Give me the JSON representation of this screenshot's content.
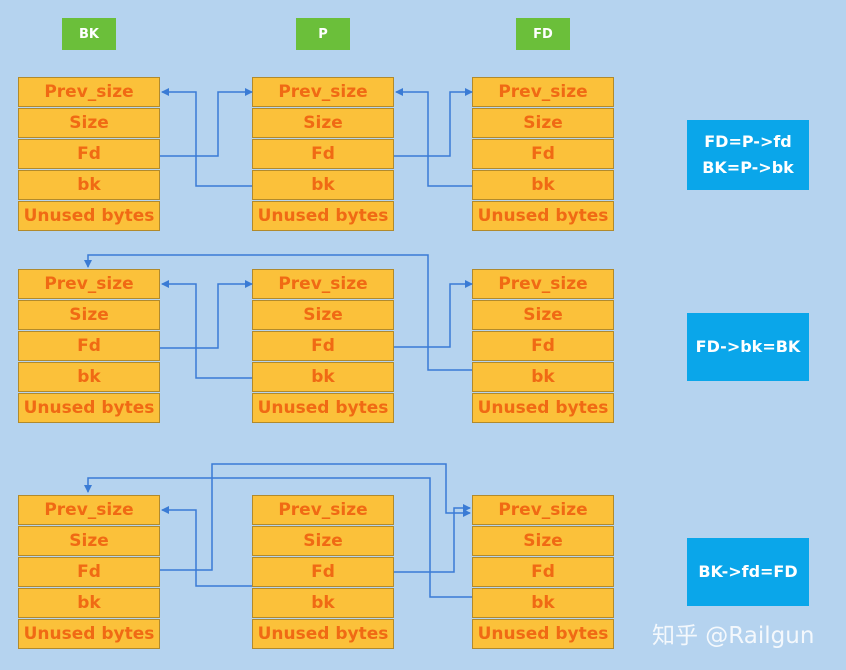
{
  "headers": [
    "BK",
    "P",
    "FD"
  ],
  "chunk_fields": [
    "Prev_size",
    "Size",
    "Fd",
    "bk",
    "Unused bytes"
  ],
  "notes": [
    [
      "FD=P->fd",
      "BK=P->bk"
    ],
    [
      "FD->bk=BK"
    ],
    [
      "BK->fd=FD"
    ]
  ],
  "watermark": "知乎 @Railgun",
  "colors": {
    "background": "#b5d3ef",
    "cell_fill": "#fbc13a",
    "cell_text": "#f06a14",
    "header_fill": "#6bbf3a",
    "note_fill": "#0aa6ea",
    "link_line": "#3a7bd5"
  }
}
